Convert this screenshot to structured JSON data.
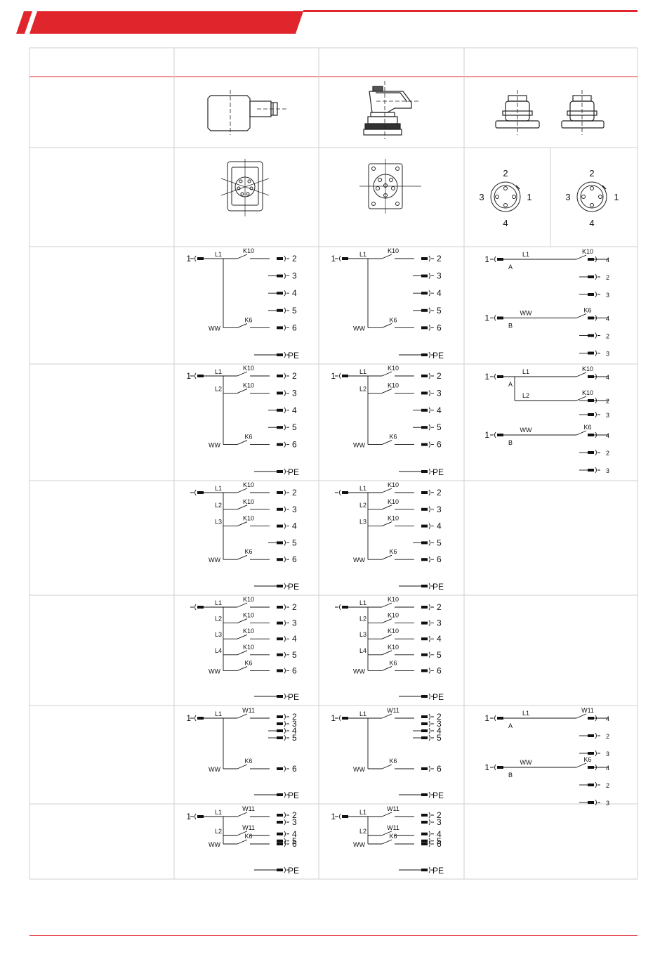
{
  "brand_color": "#e0262c",
  "columns": [
    {
      "id": "label",
      "header": ""
    },
    {
      "id": "c1",
      "header": ""
    },
    {
      "id": "c2",
      "header": ""
    },
    {
      "id": "c3",
      "header": ""
    }
  ],
  "pin_face": {
    "m12_left": {
      "top": "2",
      "left": "3",
      "right": "1",
      "bottom": "4"
    },
    "m12_right": {
      "top": "2",
      "left": "3",
      "right": "1",
      "bottom": "4"
    }
  },
  "rows": [
    {
      "label": "",
      "c12": {
        "pin_in": "1",
        "branches": [
          {
            "line": "L1",
            "contact": "K10",
            "out": "2"
          }
        ],
        "spares": [
          "3",
          "4",
          "5"
        ],
        "ww": {
          "line": "WW",
          "contact": "K6",
          "out": "6"
        },
        "pe": "PE"
      },
      "c3": {
        "groups": [
          {
            "pin_in": "1",
            "plug": "A",
            "line": "L1",
            "contact": "K10",
            "outs": [
              "4",
              "2",
              "3"
            ]
          },
          {
            "pin_in": "1",
            "plug": "B",
            "line": "WW",
            "contact": "K6",
            "outs": [
              "4",
              "2",
              "3"
            ]
          }
        ]
      }
    },
    {
      "label": "",
      "c12": {
        "pin_in": "1",
        "branches": [
          {
            "line": "L1",
            "contact": "K10",
            "out": "2"
          },
          {
            "line": "L2",
            "contact": "K10",
            "out": "3"
          }
        ],
        "spares": [
          "4",
          "5"
        ],
        "ww": {
          "line": "WW",
          "contact": "K6",
          "out": "6"
        },
        "pe": "PE"
      },
      "c3": {
        "groups": [
          {
            "pin_in": "1",
            "plug": "A",
            "line": "L1",
            "contact": "K10",
            "line2": "L2",
            "contact2": "K10",
            "outs": [
              "4",
              "2",
              "3"
            ]
          },
          {
            "pin_in": "1",
            "plug": "B",
            "line": "WW",
            "contact": "K6",
            "outs": [
              "4",
              "2",
              "3"
            ]
          }
        ]
      }
    },
    {
      "label": "",
      "c12": {
        "pin_in": "",
        "branches": [
          {
            "line": "L1",
            "contact": "K10",
            "out": "2"
          },
          {
            "line": "L2",
            "contact": "K10",
            "out": "3"
          },
          {
            "line": "L3",
            "contact": "K10",
            "out": "4"
          }
        ],
        "spares": [
          "5"
        ],
        "ww": {
          "line": "WW",
          "contact": "K6",
          "out": "6"
        },
        "pe": "PE"
      }
    },
    {
      "label": "",
      "c12": {
        "pin_in": "",
        "branches": [
          {
            "line": "L1",
            "contact": "K10",
            "out": "2"
          },
          {
            "line": "L2",
            "contact": "K10",
            "out": "3"
          },
          {
            "line": "L3",
            "contact": "K10",
            "out": "4"
          },
          {
            "line": "L4",
            "contact": "K10",
            "out": "5"
          }
        ],
        "spares": [],
        "ww": {
          "line": "WW",
          "contact": "K6",
          "out": "6"
        },
        "pe": "PE"
      }
    },
    {
      "label": "",
      "c12": {
        "pin_in": "1",
        "w11": [
          {
            "line": "L1",
            "contact": "W11",
            "outs": [
              "2",
              "3"
            ]
          }
        ],
        "spares": [
          "4",
          "5"
        ],
        "ww": {
          "line": "WW",
          "contact": "K6",
          "out": "6"
        },
        "pe": "PE"
      },
      "c3": {
        "groups": [
          {
            "pin_in": "1",
            "plug": "A",
            "line": "L1",
            "contact": "W11",
            "outs": [
              "4",
              "2",
              "3"
            ]
          },
          {
            "pin_in": "1",
            "plug": "B",
            "line": "WW",
            "contact": "K6",
            "outs": [
              "4",
              "2",
              "3"
            ]
          }
        ]
      }
    },
    {
      "label": "",
      "c12": {
        "pin_in": "1",
        "w11": [
          {
            "line": "L1",
            "contact": "W11",
            "outs": [
              "2",
              "3"
            ]
          },
          {
            "line": "L2",
            "contact": "W11",
            "outs": [
              "4",
              "5"
            ]
          }
        ],
        "spares": [],
        "ww": {
          "line": "WW",
          "contact": "K6",
          "out": "6"
        },
        "pe": "PE"
      }
    }
  ]
}
